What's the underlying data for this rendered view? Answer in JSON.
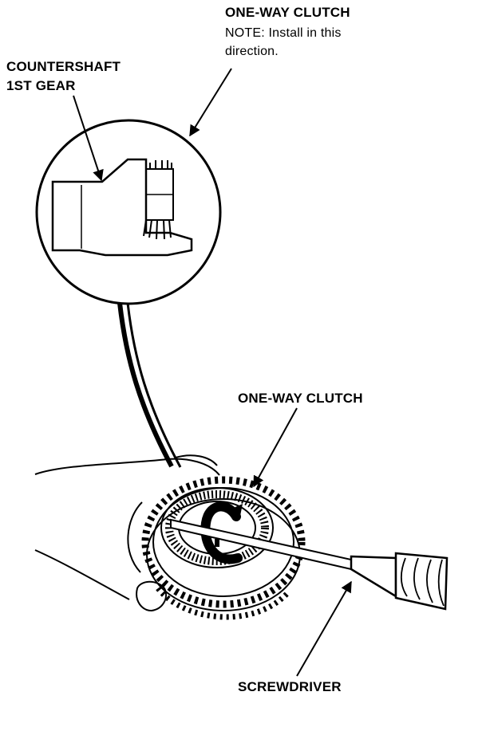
{
  "labels": {
    "callout_title": "ONE-WAY CLUTCH",
    "callout_note_1": "NOTE: Install in this",
    "callout_note_2": "direction.",
    "countershaft_1": "COUNTERSHAFT",
    "countershaft_2": "1ST GEAR",
    "clutch": "ONE-WAY CLUTCH",
    "screwdriver": "SCREWDRIVER"
  },
  "colors": {
    "ink": "#000000",
    "paper": "#ffffff"
  }
}
